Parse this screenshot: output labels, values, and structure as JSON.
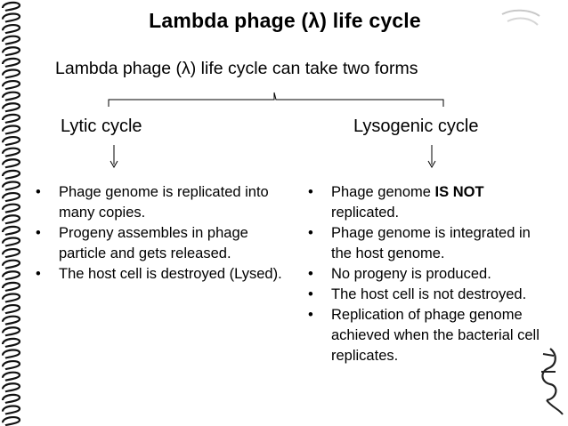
{
  "slide": {
    "title": "Lambda phage (λ) life cycle",
    "subtitle": "Lambda phage (λ) life cycle can take two forms"
  },
  "lytic": {
    "heading": "Lytic cycle",
    "items": [
      "Phage genome is replicated into many copies.",
      "Progeny assembles in phage particle and gets released.",
      "The host cell is destroyed (Lysed)."
    ]
  },
  "lysogenic": {
    "heading": "Lysogenic cycle",
    "item0": {
      "pre": "Phage genome ",
      "bold": "IS NOT",
      "post": " replicated."
    },
    "items": [
      "Phage genome is integrated in the host genome.",
      "No progeny is produced.",
      "The host cell is not destroyed.",
      "Replication of phage genome achieved when the bacterial cell replicates."
    ]
  }
}
